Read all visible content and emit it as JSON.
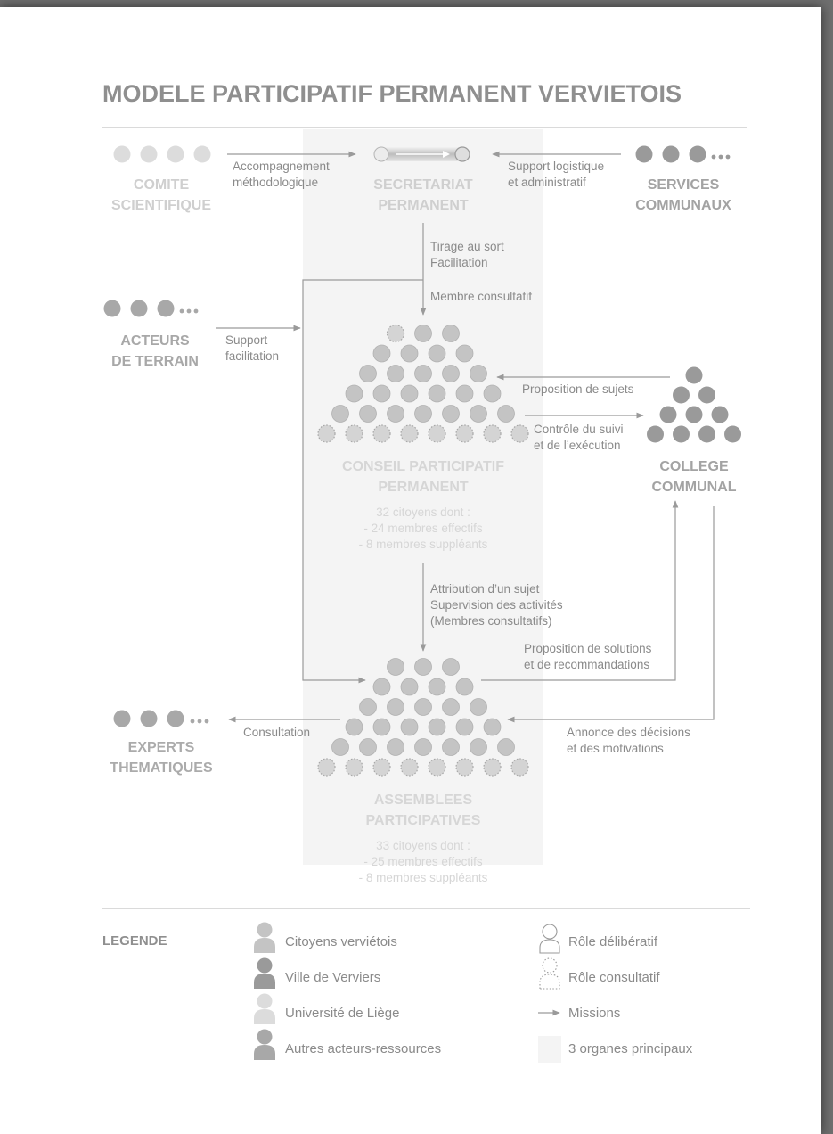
{
  "title": "MODELE PARTICIPATIF PERMANENT VERVIETOIS",
  "nodes": {
    "comite": {
      "line1": "COMITE",
      "line2": "SCIENTIFIQUE"
    },
    "secretariat": {
      "line1": "SECRETARIAT",
      "line2": "PERMANENT"
    },
    "services": {
      "line1": "SERVICES",
      "line2": "COMMUNAUX"
    },
    "acteurs": {
      "line1": "ACTEURS",
      "line2": "DE TERRAIN"
    },
    "conseil": {
      "line1": "CONSEIL PARTICIPATIF",
      "line2": "PERMANENT",
      "desc1": "32 citoyens dont :",
      "desc2": "- 24 membres effectifs",
      "desc3": "- 8 membres suppléants"
    },
    "college": {
      "line1": "COLLEGE",
      "line2": "COMMUNAL"
    },
    "experts": {
      "line1": "EXPERTS",
      "line2": "THEMATIQUES"
    },
    "assemblees": {
      "line1": "ASSEMBLEES",
      "line2": "PARTICIPATIVES",
      "desc1": "33 citoyens dont :",
      "desc2": "- 25 membres effectifs",
      "desc3": "- 8 membres suppléants"
    }
  },
  "edges": {
    "accompagnement": {
      "l1": "Accompagnement",
      "l2": "méthodologique"
    },
    "support_logistique": {
      "l1": "Support logistique",
      "l2": "et administratif"
    },
    "tirage": {
      "l1": "Tirage au sort",
      "l2": "Facilitation"
    },
    "membre_consultatif": {
      "l1": "Membre consultatif"
    },
    "support_facilitation": {
      "l1": "Support",
      "l2": "facilitation"
    },
    "proposition_sujets": {
      "l1": "Proposition de sujets"
    },
    "controle": {
      "l1": "Contrôle du suivi",
      "l2": "et de l’exécution"
    },
    "attribution": {
      "l1": "Attribution d’un sujet",
      "l2": "Supervision des activités",
      "l3": "(Membres consultatifs)"
    },
    "proposition_solutions": {
      "l1": "Proposition de solutions",
      "l2": "et de recommandations"
    },
    "consultation": {
      "l1": "Consultation"
    },
    "annonce": {
      "l1": "Annonce des décisions",
      "l2": "et des motivations"
    }
  },
  "legend": {
    "title": "LEGENDE",
    "people": [
      "Citoyens verviétois",
      "Ville de Verviers",
      "Université de Liège",
      "Autres acteurs-ressources"
    ],
    "roles": [
      "Rôle délibératif",
      "Rôle consultatif",
      "Missions",
      "3 organes principaux"
    ]
  },
  "colors": {
    "citoyens": "#c4c4c4",
    "ville": "#9a9a9a",
    "universite": "#dcdcdc",
    "autres": "#a8a8a8",
    "text": "#8a8a8a",
    "band": "#f4f4f4"
  }
}
